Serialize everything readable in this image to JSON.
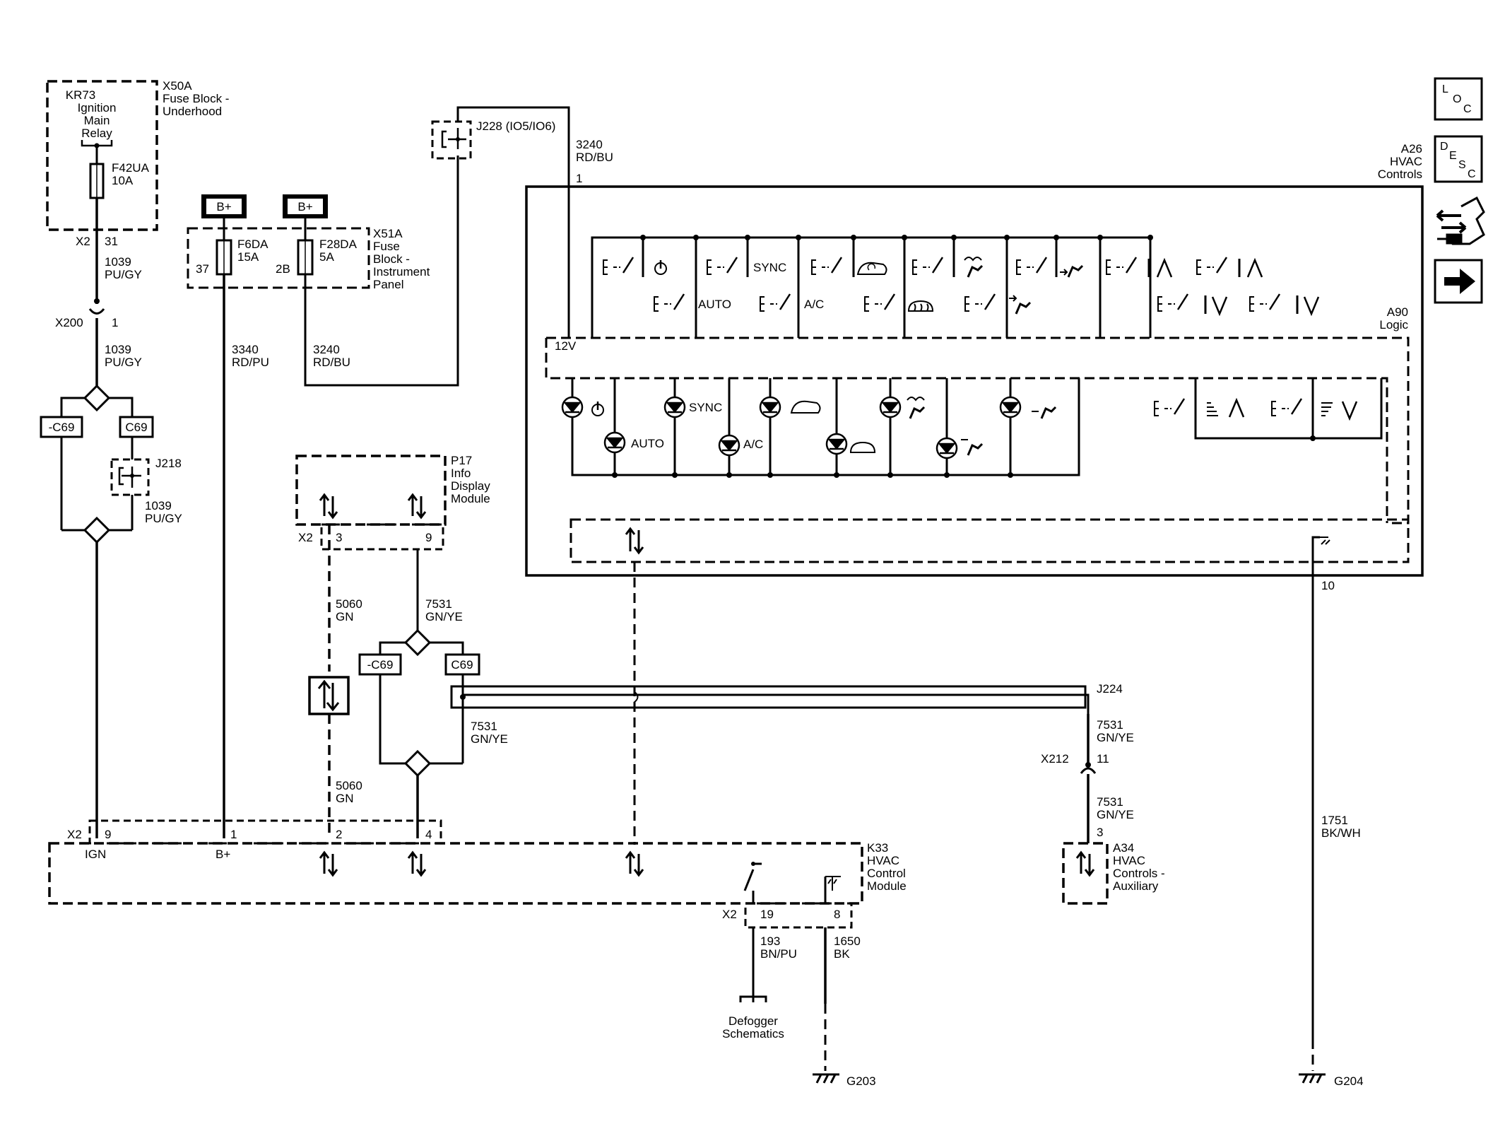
{
  "nav": {
    "loc": {
      "l": "L",
      "o": "O",
      "c": "C"
    },
    "desc": {
      "d": "D",
      "e": "E",
      "s": "S",
      "c": "C"
    },
    "icons": [
      "loc-button-icon",
      "desc-button-icon",
      "connector-view-icon",
      "next-page-arrow-icon"
    ]
  },
  "labels": {
    "x50a": [
      "X50A",
      "Fuse Block -",
      "Underhood"
    ],
    "kr73": [
      "KR73",
      "Ignition",
      "Main",
      "Relay"
    ],
    "f42ua": [
      "F42UA",
      "10A"
    ],
    "x2_31": {
      "conn": "X2",
      "pin": "31"
    },
    "w1039a": [
      "1039",
      "PU/GY"
    ],
    "x200": {
      "conn": "X200",
      "pin": "1"
    },
    "w1039b": [
      "1039",
      "PU/GY"
    ],
    "c69": {
      "neg": "-C69",
      "pos": "C69"
    },
    "j218": "J218",
    "w1039c": [
      "1039",
      "PU/GY"
    ],
    "bplus": "B+",
    "x51a": [
      "X51A",
      "Fuse",
      "Block -",
      "Instrument",
      "Panel"
    ],
    "f6da": [
      "F6DA",
      "15A"
    ],
    "f28da": [
      "F28DA",
      "5A"
    ],
    "pin37": "37",
    "pin2b": "2B",
    "w3340": [
      "3340",
      "RD/PU"
    ],
    "w3240a": [
      "3240",
      "RD/BU"
    ],
    "j228": "J228  (IO5/IO6)",
    "w3240b": [
      "3240",
      "RD/BU"
    ],
    "pin1_a26": "1",
    "a26": [
      "A26",
      "HVAC",
      "Controls"
    ],
    "a90": [
      "A90",
      "Logic"
    ],
    "v12": "12V",
    "sync": "SYNC",
    "auto": "AUTO",
    "ac": "A/C",
    "p17": [
      "P17",
      "Info",
      "Display",
      "Module"
    ],
    "x2_p17": {
      "conn": "X2",
      "pin3": "3",
      "pin9": "9"
    },
    "w5060a": [
      "5060",
      "GN"
    ],
    "w7531a": [
      "7531",
      "GN/YE"
    ],
    "c69b": {
      "neg": "-C69",
      "pos": "C69"
    },
    "j224": "J224",
    "w7531b": [
      "7531",
      "GN/YE"
    ],
    "w7531c": [
      "7531",
      "GN/YE"
    ],
    "x212": {
      "conn": "X212",
      "pin": "11"
    },
    "w7531d": [
      "7531",
      "GN/YE"
    ],
    "pin3_a34": "3",
    "a34": [
      "A34",
      "HVAC",
      "Controls -",
      "Auxiliary"
    ],
    "w5060b": [
      "5060",
      "GN"
    ],
    "x2_k33": {
      "conn": "X2",
      "p9": "9",
      "p1": "1",
      "p2": "2",
      "p4": "4"
    },
    "ign": "IGN",
    "bplus_k33": "B+",
    "k33": [
      "K33",
      "HVAC",
      "Control",
      "Module"
    ],
    "x2_bot": {
      "conn": "X2",
      "p19": "19",
      "p8": "8"
    },
    "w193": [
      "193",
      "BN/PU"
    ],
    "w1650": [
      "1650",
      "BK"
    ],
    "defog": [
      "Defogger",
      "Schematics"
    ],
    "g203": "G203",
    "pin10": "10",
    "w1751": [
      "1751",
      "BK/WH"
    ],
    "g204": "G204"
  }
}
